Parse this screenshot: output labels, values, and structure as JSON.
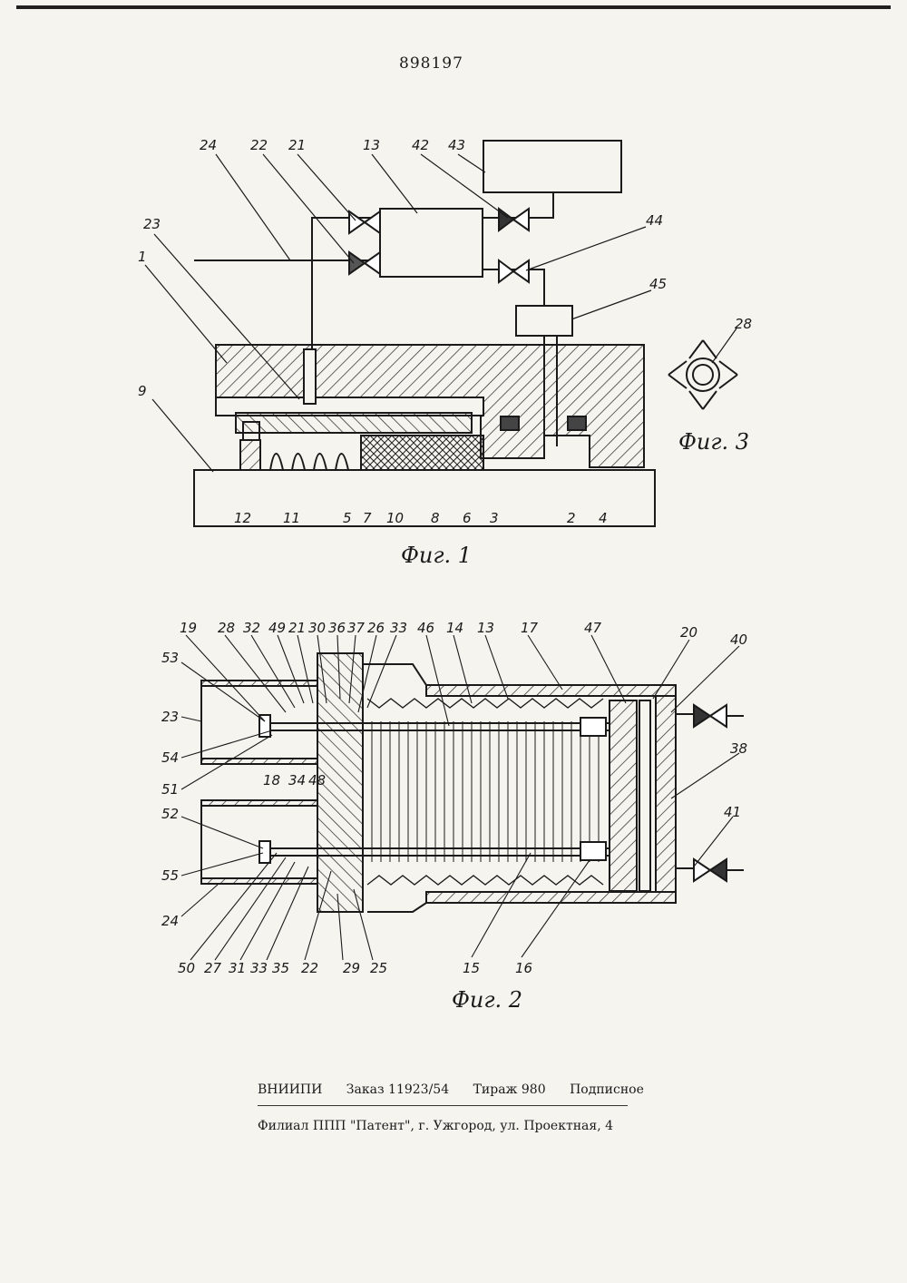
{
  "document": {
    "patent_number": "898197"
  },
  "figures": [
    {
      "id": "fig1",
      "caption": "Фиг. 1",
      "labels": [
        "24",
        "22",
        "21",
        "13",
        "42",
        "43",
        "44",
        "45",
        "23",
        "1",
        "9",
        "12",
        "11",
        "5",
        "7",
        "10",
        "8",
        "6",
        "3",
        "2",
        "4"
      ]
    },
    {
      "id": "fig2",
      "caption": "Фиг. 2",
      "labels": [
        "19",
        "28",
        "32",
        "49",
        "21",
        "30",
        "36",
        "37",
        "26",
        "33",
        "46",
        "14",
        "13",
        "17",
        "47",
        "20",
        "40",
        "53",
        "23",
        "54",
        "51",
        "18",
        "34",
        "48",
        "52",
        "55",
        "24",
        "50",
        "27",
        "31",
        "33",
        "35",
        "22",
        "29",
        "25",
        "15",
        "16",
        "38",
        "41"
      ]
    },
    {
      "id": "fig3",
      "caption": "Фиг. 3",
      "labels": [
        "28"
      ]
    }
  ],
  "imprint": {
    "org": "ВНИИПИ",
    "order": "Заказ 11923/54",
    "circulation": "Тираж 980",
    "type": "Подписное",
    "branch": "Филиал ППП \"Патент\", г. Ужгород, ул. Проектная, 4"
  }
}
